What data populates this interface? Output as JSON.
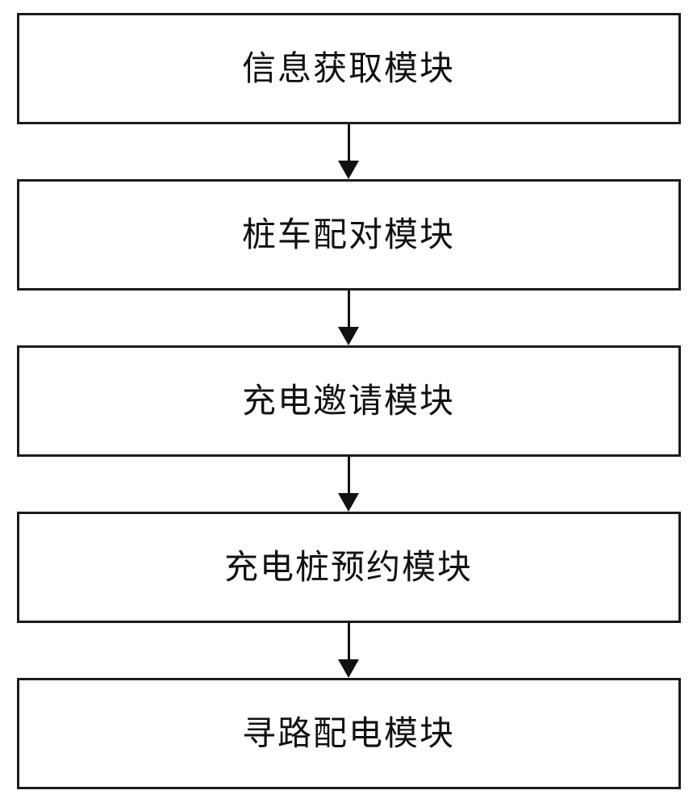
{
  "diagram": {
    "type": "flowchart",
    "direction": "top-down",
    "modules": [
      {
        "label": "信息获取模块"
      },
      {
        "label": "桩车配对模块"
      },
      {
        "label": "充电邀请模块"
      },
      {
        "label": "充电桩预约模块"
      },
      {
        "label": "寻路配电模块"
      }
    ],
    "connections": [
      {
        "from": 0,
        "to": 1,
        "style": "arrow-down"
      },
      {
        "from": 1,
        "to": 2,
        "style": "arrow-down"
      },
      {
        "from": 2,
        "to": 3,
        "style": "arrow-down"
      },
      {
        "from": 3,
        "to": 4,
        "style": "arrow-down"
      }
    ],
    "colors": {
      "background": "#ffffff",
      "box_fill": "#ffffff",
      "box_border": "#1c1c1c",
      "text": "#111111",
      "arrow": "#111111"
    }
  }
}
